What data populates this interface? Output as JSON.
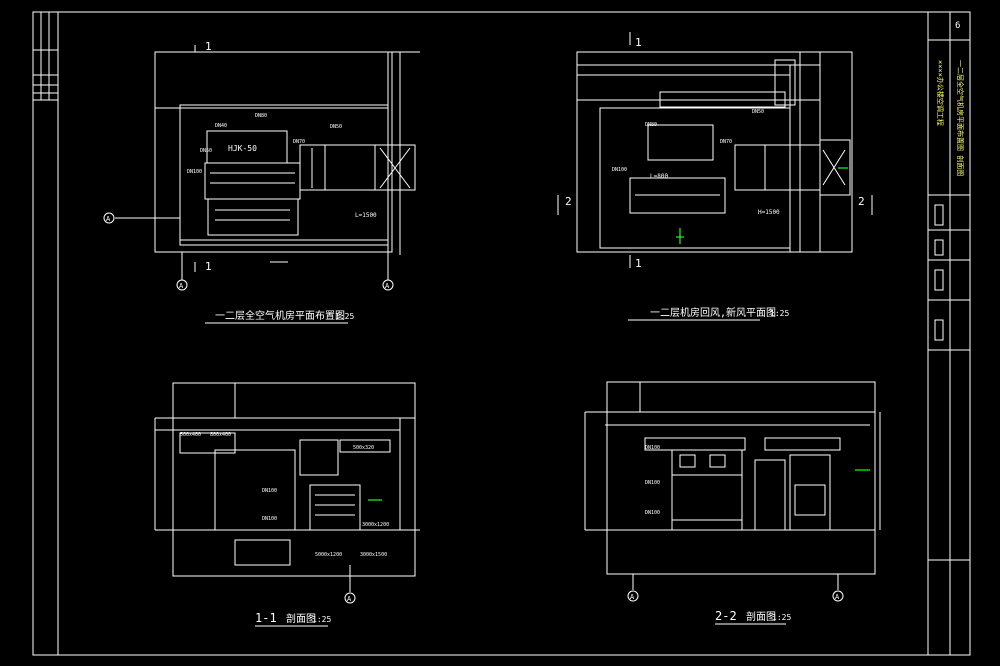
{
  "drawing": {
    "plan1": {
      "title": "一二层全空气机房平面布置图",
      "scale": "1:25",
      "section_mark": "1",
      "unit_label": "HJK-50",
      "dim_length": "L=1500",
      "duct_labels": [
        "DN80",
        "DN50",
        "DN40",
        "DN70",
        "DN50",
        "DN100"
      ],
      "axis_label": "A"
    },
    "plan2": {
      "title": "一二层机房回风,新风平面图",
      "scale": "1:25",
      "section_mark_1": "1",
      "section_mark_2": "2",
      "dim_length": "L=800",
      "dim_length2": "H=1500",
      "duct_labels": [
        "DN80",
        "DN70",
        "DN50",
        "DN100"
      ]
    },
    "section1": {
      "title": "1-1",
      "subtitle": "剖面图",
      "scale": "1:25",
      "labels": [
        "500x400",
        "800x400",
        "500x320",
        "DN100",
        "DN100",
        "3000x1200",
        "5000x1200",
        "3000x1500"
      ],
      "axis_label": "A"
    },
    "section2": {
      "title": "2-2",
      "subtitle": "剖面图",
      "scale": "1:25",
      "labels": [
        "DN100",
        "DN100",
        "DN100"
      ],
      "axis_label": "A"
    },
    "title_block": {
      "sheet_no": "6",
      "vertical_text": "一二层全空气机房平面布置图 剖面图",
      "project_text": "××××办公楼空调工程"
    }
  }
}
